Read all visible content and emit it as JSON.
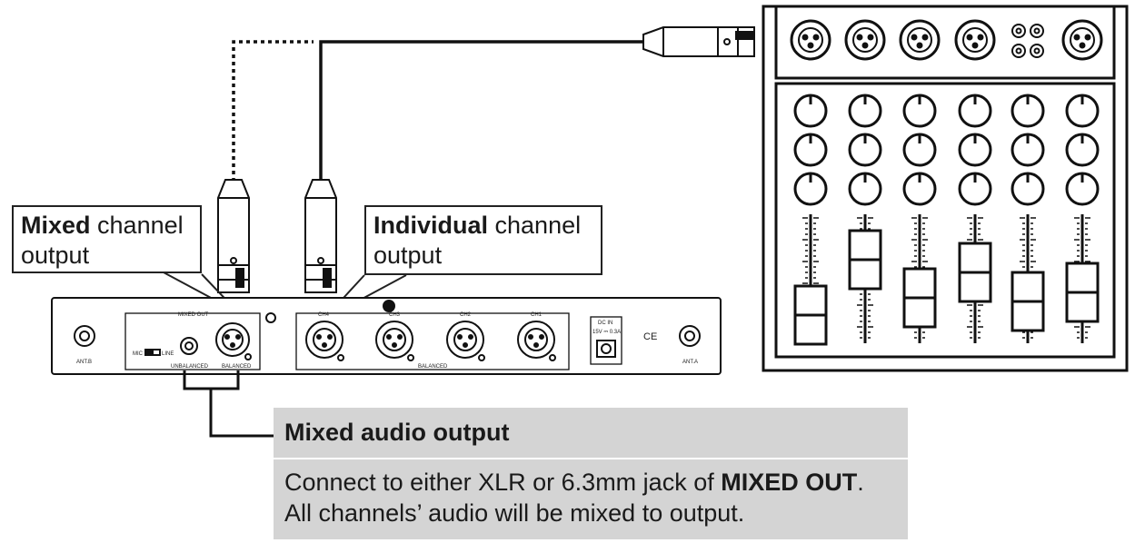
{
  "callouts": {
    "mixed": {
      "bold": "Mixed",
      "rest": " channel",
      "line2": "output"
    },
    "individual": {
      "bold": "Individual",
      "rest": " channel",
      "line2": "output"
    }
  },
  "info": {
    "heading": "Mixed audio output",
    "body_pre": "Connect to either XLR or 6.3mm jack of ",
    "body_bold": "MIXED OUT",
    "body_post": ".",
    "body_line2": "All channels’ audio will be mixed to output."
  },
  "receiver_labels": {
    "mixed_out": "MIXED OUT",
    "mic": "MIC",
    "line": "LINE",
    "unbalanced": "UNBALANCED",
    "balanced_mixed": "BALANCED",
    "ch4": "CH4",
    "ch3": "CH3",
    "ch2": "CH2",
    "ch1": "CH1",
    "balanced": "BALANCED",
    "dc_in": "DC IN",
    "dc_rating": "15V ⎓ 0.3A",
    "ant_b": "ANT.B",
    "ant_a": "ANT.A",
    "ce": "CE"
  },
  "colors": {
    "line": "#111111",
    "info_bg": "#d4d4d4"
  }
}
